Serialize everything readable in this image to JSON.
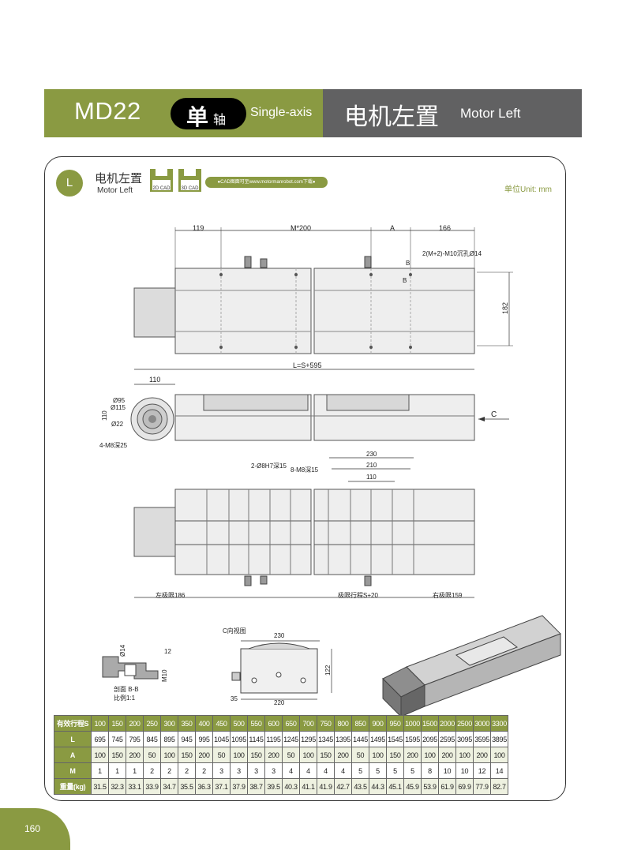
{
  "header": {
    "model": "MD22",
    "single_cn_big": "单",
    "single_cn_small": "轴",
    "single_en": "Single-axis",
    "motor_cn": "电机左置",
    "motor_en": "Motor Left"
  },
  "section": {
    "badge": "L",
    "title_cn": "电机左置",
    "title_en": "Motor Left",
    "cad_2d": "2D CAD",
    "cad_3d": "3D CAD",
    "cad_link": "●CAD图面可至www.motormanrobot.com下载●",
    "unit": "单位Unit: mm"
  },
  "dims": {
    "top_119": "119",
    "top_m200": "M*200",
    "top_a": "A",
    "top_166": "166",
    "hole_note": "2(M+2)-M10沉孔Ø14",
    "b_top": "B",
    "b_bot": "B",
    "right_182": "182",
    "l_total": "L=S+595",
    "side_110": "110",
    "d95": "Ø95",
    "d115": "Ø115",
    "v110": "110",
    "d22": "Ø22",
    "m8_25": "4-M8深25",
    "c_label": "C",
    "d230": "230",
    "d210": "210",
    "d110b": "110",
    "pin_note": "2-Ø8H7深15",
    "m8_15": "8-M8深15",
    "left_limit": "左极限186",
    "limit_stroke": "极限行程S+20",
    "right_limit": "右极限159",
    "bb_14": "Ø14",
    "bb_12": "12",
    "bb_m10": "M10",
    "bb_section": "剖面 B-B",
    "bb_scale": "比例1:1",
    "cview": "C向视图",
    "c_230": "230",
    "c_122": "122",
    "c_35": "35",
    "c_220": "220"
  },
  "table": {
    "rows": [
      {
        "label": "有效行程S",
        "values": [
          "100",
          "150",
          "200",
          "250",
          "300",
          "350",
          "400",
          "450",
          "500",
          "550",
          "600",
          "650",
          "700",
          "750",
          "800",
          "850",
          "900",
          "950",
          "1000",
          "1500",
          "2000",
          "2500",
          "3000",
          "3300"
        ]
      },
      {
        "label": "L",
        "values": [
          "695",
          "745",
          "795",
          "845",
          "895",
          "945",
          "995",
          "1045",
          "1095",
          "1145",
          "1195",
          "1245",
          "1295",
          "1345",
          "1395",
          "1445",
          "1495",
          "1545",
          "1595",
          "2095",
          "2595",
          "3095",
          "3595",
          "3895"
        ]
      },
      {
        "label": "A",
        "values": [
          "100",
          "150",
          "200",
          "50",
          "100",
          "150",
          "200",
          "50",
          "100",
          "150",
          "200",
          "50",
          "100",
          "150",
          "200",
          "50",
          "100",
          "150",
          "200",
          "100",
          "200",
          "100",
          "200",
          "100"
        ]
      },
      {
        "label": "M",
        "values": [
          "1",
          "1",
          "1",
          "2",
          "2",
          "2",
          "2",
          "3",
          "3",
          "3",
          "3",
          "4",
          "4",
          "4",
          "4",
          "5",
          "5",
          "5",
          "5",
          "8",
          "10",
          "10",
          "12",
          "14"
        ]
      },
      {
        "label": "重量(kg)",
        "values": [
          "31.5",
          "32.3",
          "33.1",
          "33.9",
          "34.7",
          "35.5",
          "36.3",
          "37.1",
          "37.9",
          "38.7",
          "39.5",
          "40.3",
          "41.1",
          "41.9",
          "42.7",
          "43.5",
          "44.3",
          "45.1",
          "45.9",
          "53.9",
          "61.9",
          "69.9",
          "77.9",
          "82.7"
        ]
      }
    ]
  },
  "page_number": "160",
  "colors": {
    "accent": "#8a9a42",
    "header_gray": "#616162"
  }
}
